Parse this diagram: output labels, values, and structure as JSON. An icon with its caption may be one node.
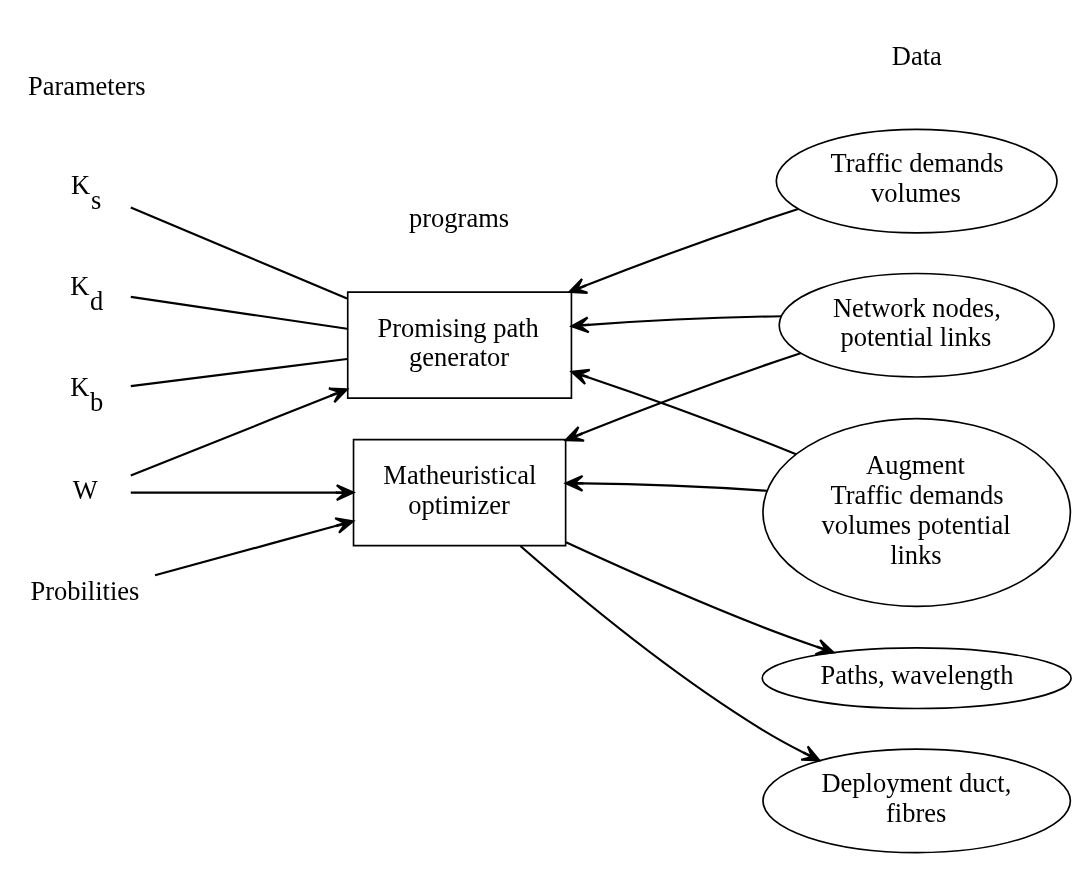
{
  "diagram": {
    "nodes": [
      {
        "text": [
          "K$_{s}$"
        ]
      },
      {
        "text": [
          "K$_{d}$"
        ]
      },
      {
        "text": [
          "K$_{b}$"
        ]
      },
      {
        "text": [
          "W"
        ]
      },
      {
        "text": [
          "Probilities"
        ]
      },
      {
        "text": [
          "Promising path generator"
        ]
      },
      {
        "text": [
          "Matheuristical optimizer"
        ]
      },
      {
        "text": [
          "Traffic demands volumes"
        ]
      },
      {
        "text": [
          "Network nodes, potential links"
        ]
      },
      {
        "text": [
          "Augment",
          "Traffic demands volumes potential links"
        ]
      },
      {
        "text": [
          "Paths, wavelength"
        ]
      },
      {
        "text": [
          "Deployment duct, fibres"
        ]
      }
    ],
    "edges": [
      {
        "from": 0,
        "to": 5,
        "arrow": "none"
      },
      {
        "from": 1,
        "to": 5,
        "arrow": "none"
      },
      {
        "from": 2,
        "to": 5,
        "arrow": "none"
      },
      {
        "from": 7,
        "to": 5,
        "arrow": "to"
      },
      {
        "from": 8,
        "to": 5,
        "arrow": "to"
      },
      {
        "from": 3,
        "to": 5,
        "arrow": "to"
      },
      {
        "from": 9,
        "to": 5,
        "arrow": "to"
      },
      {
        "from": 8,
        "to": 6,
        "arrow": "to"
      },
      {
        "from": 9,
        "to": 6,
        "arrow": "to"
      },
      {
        "from": 3,
        "to": 6,
        "arrow": "to"
      },
      {
        "from": 4,
        "to": 6,
        "arrow": "to"
      },
      {
        "from": 6,
        "to": 10,
        "arrow": "to"
      },
      {
        "from": 6,
        "to": 11,
        "arrow": "to"
      }
    ],
    "labels": [
      "Parameters",
      "programs",
      "Data"
    ]
  }
}
